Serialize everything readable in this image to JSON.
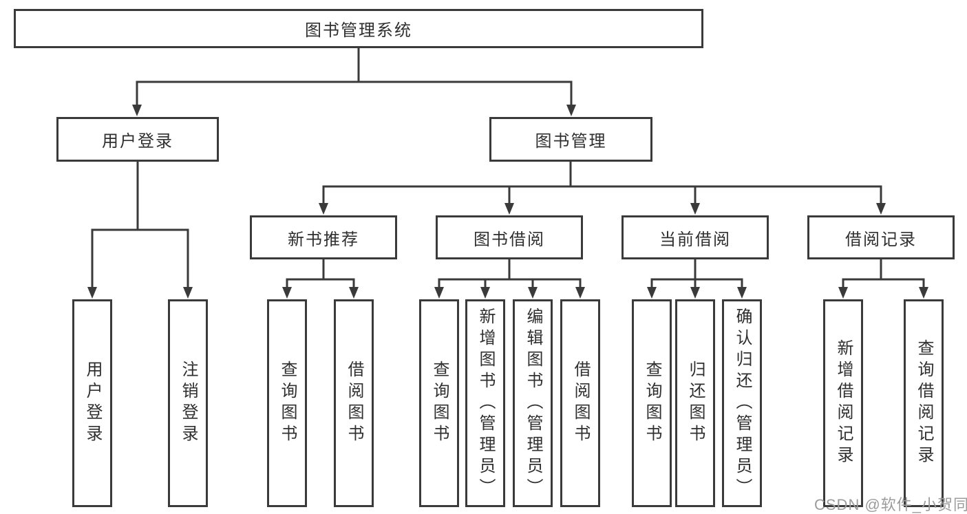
{
  "diagram": {
    "root_label": "图书管理系统",
    "user_login": {
      "label": "用户登录",
      "children": [
        "用户登录",
        "注销登录"
      ]
    },
    "book_management": {
      "label": "图书管理",
      "sections": [
        {
          "label": "新书推荐",
          "children": [
            "查询图书",
            "借阅图书"
          ]
        },
        {
          "label": "图书借阅",
          "children": [
            "查询图书",
            "新增图书（管理员）",
            "编辑图书（管理员）",
            "借阅图书"
          ]
        },
        {
          "label": "当前借阅",
          "children": [
            "查询图书",
            "归还图书",
            "确认归还（管理员）"
          ]
        },
        {
          "label": "借阅记录",
          "children": [
            "新增借阅记录",
            "查询借阅记录"
          ]
        }
      ]
    }
  },
  "watermark": "CSDN @软件_小贺同学",
  "colors": {
    "line": "#3a3a3a",
    "box_border": "#3a3a3a",
    "text": "#2f2f2f",
    "watermark": "#9c9c9c",
    "background": "#ffffff"
  }
}
